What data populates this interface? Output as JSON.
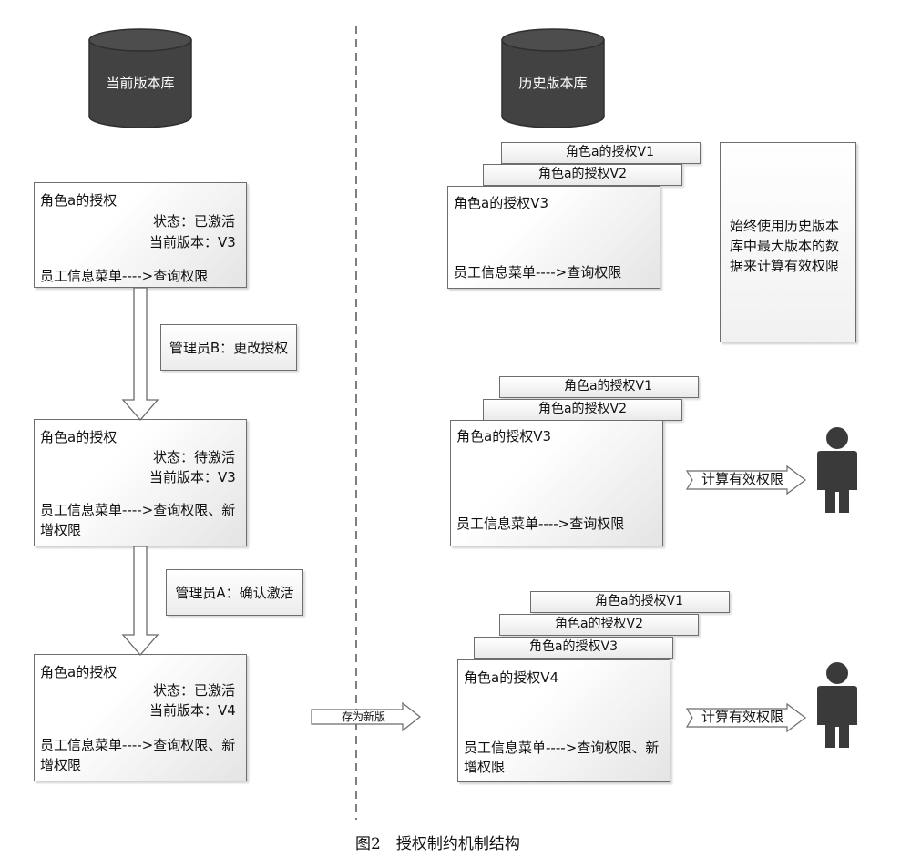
{
  "left_db": {
    "label": "当前版本库"
  },
  "right_db": {
    "label": "历史版本库"
  },
  "left_boxes": [
    {
      "title": "角色a的授权",
      "status": "状态：已激活",
      "version": "当前版本：V3",
      "perm_line1": "员工信息菜单---->查询权限",
      "perm_line2": ""
    },
    {
      "title": "角色a的授权",
      "status": "状态：待激活",
      "version": "当前版本：V3",
      "perm_line1": "员工信息菜单---->查询权限、新",
      "perm_line2": "增权限"
    },
    {
      "title": "角色a的授权",
      "status": "状态：已激活",
      "version": "当前版本：V4",
      "perm_line1": "员工信息菜单---->查询权限、新",
      "perm_line2": "增权限"
    }
  ],
  "notes": {
    "admin_b": "管理员B：更改授权",
    "admin_a": "管理员A：确认激活"
  },
  "save_arrow_label": "存为新版",
  "history_groups": [
    {
      "tags": [
        "角色a的授权V1",
        "角色a的授权V2"
      ],
      "main_title": "角色a的授权V3",
      "perm_line1": "员工信息菜单---->查询权限",
      "perm_line2": ""
    },
    {
      "tags": [
        "角色a的授权V1",
        "角色a的授权V2"
      ],
      "main_title": "角色a的授权V3",
      "perm_line1": "员工信息菜单---->查询权限",
      "perm_line2": ""
    },
    {
      "tags": [
        "角色a的授权V1",
        "角色a的授权V2",
        "角色a的授权V3"
      ],
      "main_title": "角色a的授权V4",
      "perm_line1": "员工信息菜单---->查询权限、新",
      "perm_line2": "增权限"
    }
  ],
  "side_note": {
    "line1": "始终使用历史版本",
    "line2": "库中最大版本的数",
    "line3": "据来计算有效权限"
  },
  "compute_arrows": [
    "计算有效权限",
    "计算有效权限"
  ],
  "caption": "图2　授权制约机制结构"
}
